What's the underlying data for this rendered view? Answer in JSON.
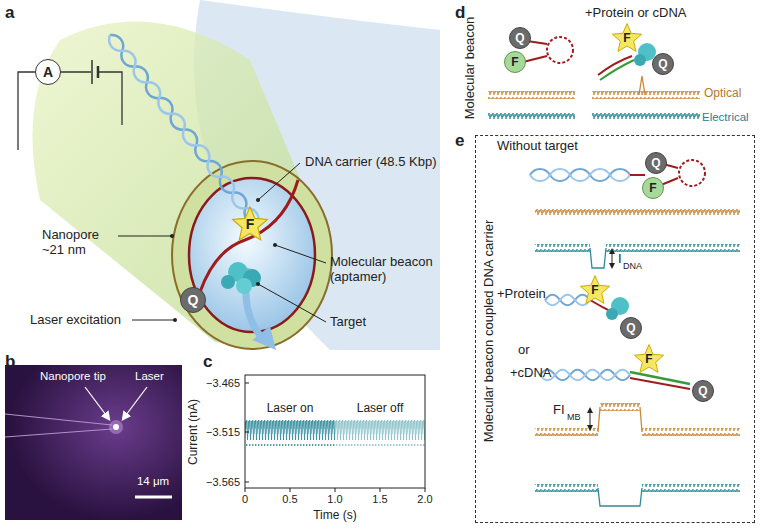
{
  "diagram": {
    "nodes": [
      {
        "text": [
          "A"
        ]
      },
      {
        "text": [
          "F"
        ]
      },
      {
        "text": [
          "Q"
        ]
      },
      {
        "text": [
          "Q"
        ]
      },
      {
        "text": [
          "F"
        ]
      },
      {
        "text": [
          "F"
        ]
      },
      {
        "text": [
          "Q"
        ]
      },
      {
        "text": [
          "Molecular beacon coupled DNA carrier"
        ]
      },
      {
        "text": [
          "Q"
        ],
        "in": 7
      },
      {
        "text": [
          "F"
        ],
        "in": 7
      },
      {
        "text": [
          "F"
        ],
        "in": 7
      },
      {
        "text": [
          "Q"
        ],
        "in": 7
      },
      {
        "text": [
          "F"
        ],
        "in": 7
      },
      {
        "text": [
          "Q"
        ],
        "in": 7
      }
    ],
    "labels": [
      "a",
      "b",
      "c",
      "d",
      "e",
      "DNA carrier (48.5 Kbp)",
      "Nanopore ~21 nm",
      "Molecular beacon (aptamer)",
      "Target",
      "Laser excitation",
      "Nanopore tip",
      "Laser",
      "14 μm",
      "−3.465",
      "−3.515",
      "−3.565",
      "Current (nA)",
      "Laser on",
      "Laser off",
      "0",
      "0.5",
      "1.0",
      "1.5",
      "2.0",
      "Time (s)",
      "Molecular beacon",
      "+Protein or cDNA",
      "Optical",
      "Electrical",
      "Without target",
      "I",
      "DNA",
      "+Protein",
      "or",
      "+cDNA",
      "FI",
      "MB"
    ]
  }
}
